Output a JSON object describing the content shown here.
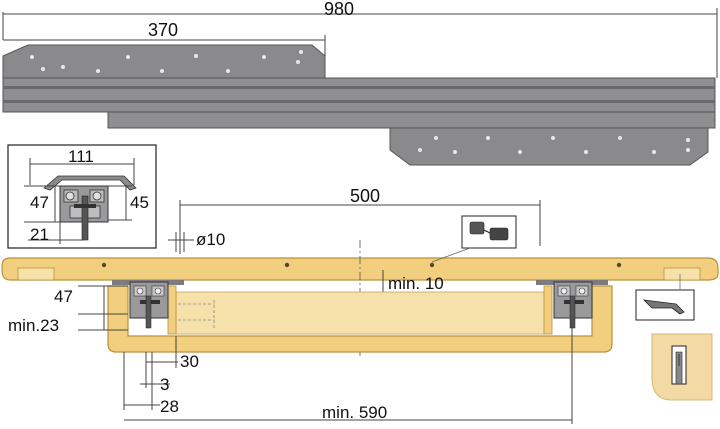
{
  "dimensions": {
    "overall_length": "980",
    "slide_plate_length": "370",
    "travel": "500",
    "screw_diameter": "ø10",
    "min_gap": "min. 10",
    "rail_height": "47",
    "min_depth": "min.23",
    "offset_30": "30",
    "offset_3": "3",
    "offset_28": "28",
    "min_width": "min. 590"
  },
  "detail_inset": {
    "width": "111",
    "height_left": "47",
    "height_right": "45",
    "bottom": "21"
  },
  "colors": {
    "rail_gray": "#8a8a8c",
    "rail_dark": "#6e6e70",
    "wood": "#f2cf7e",
    "wood_edge": "#b8913a",
    "stop_bg": "#f3d9a4"
  },
  "icons": {
    "connector": "dowel-connector-icon",
    "catch": "latch-catch-icon"
  }
}
